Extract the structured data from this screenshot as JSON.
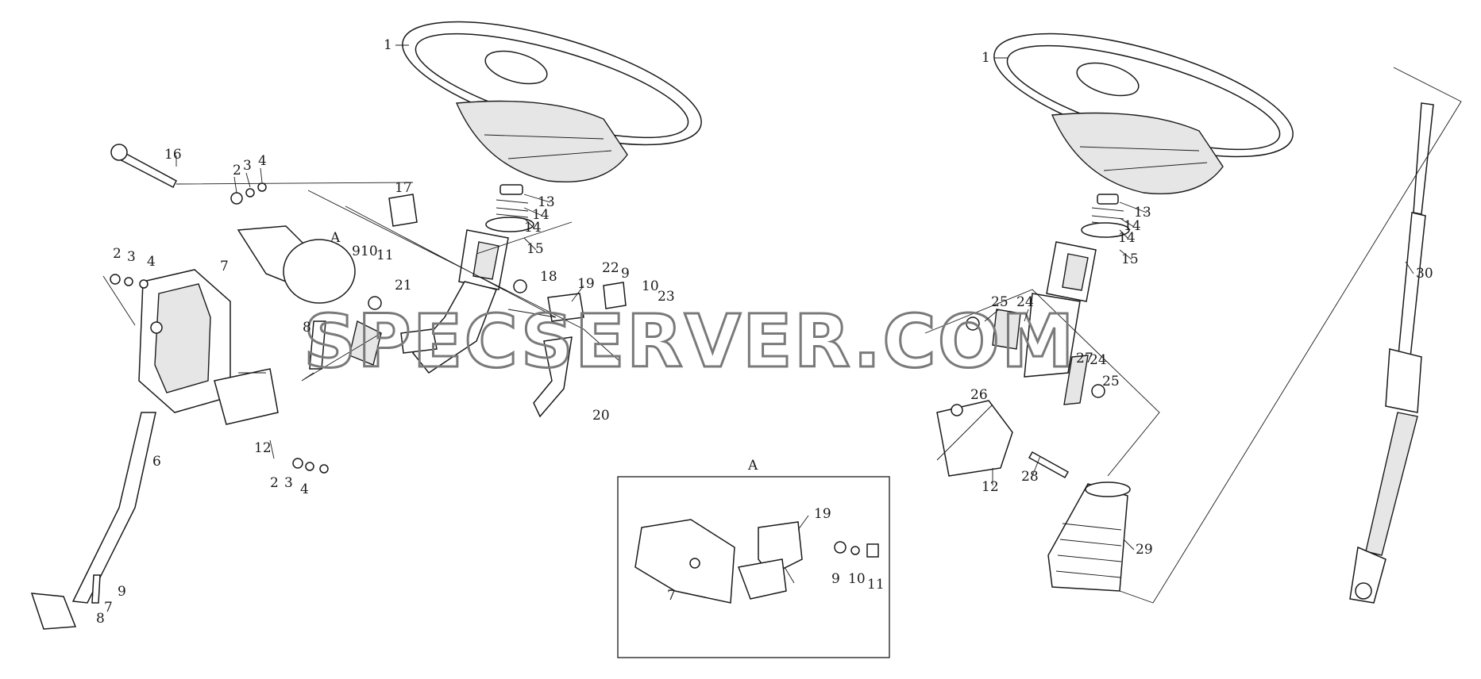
{
  "watermark": "SPECSERVER.COM",
  "detail_title": "A",
  "labels": {
    "l_1": "1",
    "l_16": "16",
    "l_2a": "2",
    "l_3a": "3",
    "l_4a": "4",
    "l_17": "17",
    "l_13": "13",
    "l_14a": "14",
    "l_14b": "14",
    "l_15": "15",
    "l_A": "A",
    "l_9a": "9",
    "l_10a": "10",
    "l_11a": "11",
    "l_21": "21",
    "l_7a": "7",
    "l_2b": "2",
    "l_3b": "3",
    "l_4b": "4",
    "l_8a": "8",
    "l_18": "18",
    "l_19": "19",
    "l_22": "22",
    "l_9b": "9",
    "l_10b": "10",
    "l_23": "23",
    "l_20": "20",
    "l_12": "12",
    "l_6": "6",
    "l_2c": "2",
    "l_3c": "3",
    "l_4c": "4",
    "l_9c": "9",
    "l_7b": "7",
    "l_8b": "8",
    "r_1": "1",
    "r_13": "13",
    "r_14a": "14",
    "r_14b": "14",
    "r_15": "15",
    "r_25a": "25",
    "r_24a": "24",
    "r_27": "27",
    "r_24b": "24",
    "r_25b": "25",
    "r_26": "26",
    "r_12": "12",
    "r_28": "28",
    "r_29": "29",
    "r_30": "30",
    "d_19": "19",
    "d_9": "9",
    "d_10": "10",
    "d_11": "11",
    "d_7": "7"
  }
}
